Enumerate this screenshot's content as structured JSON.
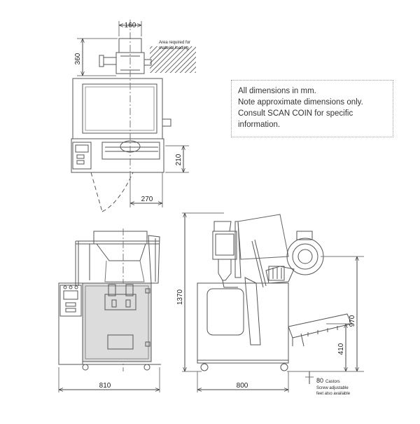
{
  "note": {
    "line1": "All dimensions in mm.",
    "line2": "Note approximate dimensions only.",
    "line3": "Consult SCAN COIN for specific",
    "line4": "information."
  },
  "top_view": {
    "dim_width_top": "160",
    "dim_height_left": "360",
    "area_label_line1": "Area required for",
    "area_label_line2": "material loading",
    "dim_height_right": "210",
    "dim_width_bottom": "270"
  },
  "front_view": {
    "dim_width": "810"
  },
  "side_view": {
    "dim_total_height": "1370",
    "dim_tray_height": "970",
    "dim_bottom_height": "410",
    "dim_depth": "800",
    "castor_dim": "80",
    "castor_note_line1": "Castors",
    "castor_note_line2": "Screw adjustable",
    "castor_note_line3": "feet also available"
  },
  "colors": {
    "line": "#555555",
    "panel_fill": "#dcdcdc",
    "hatch": "#444444"
  }
}
